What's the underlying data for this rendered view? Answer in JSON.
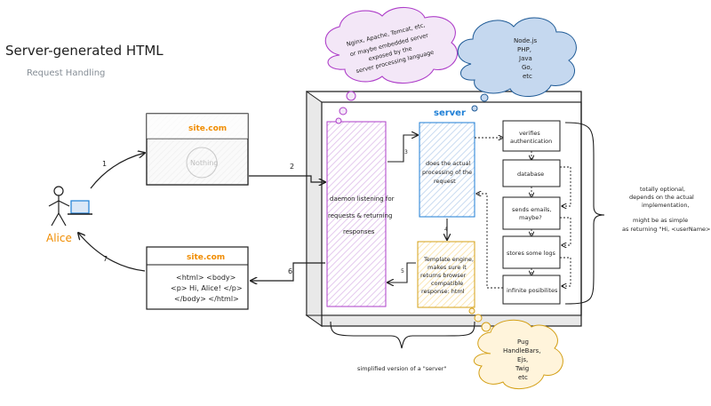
{
  "title": "Server-generated HTML",
  "subtitle": "Request Handling",
  "client": {
    "name": "Alice"
  },
  "request_doc": {
    "header": "site.com",
    "body": "Nothing"
  },
  "response_doc": {
    "header": "site.com",
    "lines": [
      "<html> <body>",
      "<p> Hi, Alice! </p>",
      "</body> </html>"
    ]
  },
  "steps": {
    "s1": "1",
    "s2": "2",
    "s3": "3",
    "s4": "4",
    "s5": "5",
    "s6": "6",
    "s7": "7"
  },
  "server": {
    "label": "server",
    "daemon_lines": [
      "daemon listening for",
      "requests & returning",
      "responses"
    ],
    "processing_lines": [
      "does the actual",
      "processing of the",
      "request"
    ],
    "template_lines": [
      "Template engine,",
      "makes sure it",
      "returns browser",
      "compatible",
      "response: html"
    ],
    "steps_list": [
      {
        "lines": [
          "verifies",
          "authentication"
        ]
      },
      {
        "lines": [
          "database"
        ]
      },
      {
        "lines": [
          "sends emails,",
          "maybe?"
        ]
      },
      {
        "lines": [
          "stores some logs"
        ]
      },
      {
        "lines": [
          "infinite posibilites"
        ]
      }
    ]
  },
  "clouds": {
    "webserver": [
      "Nginx, Apache, Tomcat, etc,",
      "or maybe embedded server",
      "exposed by the",
      "server processing language"
    ],
    "languages": [
      "Node.js",
      "PHP,",
      "Java",
      "Go,",
      "etc"
    ],
    "templates": [
      "Pug",
      "HandleBars,",
      "Ejs,",
      "Twig",
      "etc"
    ]
  },
  "notes": {
    "optional": [
      "totally optional,",
      "depends on the actual",
      "implementation,",
      "might be as simple",
      "as returning \"Hi, <userName>\""
    ],
    "simplified": "simplified version of a \"server\""
  },
  "colors": {
    "orange": "#f08c00",
    "blue": "#1c7ed6",
    "purple": "#ae3ec9",
    "pink_fill": "#f3e7f7",
    "blue_fill": "#dbe8f7",
    "yellow_fill": "#fff4db",
    "cloud_blue": "#c5d8ef",
    "yellow_stroke": "#d4a017"
  }
}
